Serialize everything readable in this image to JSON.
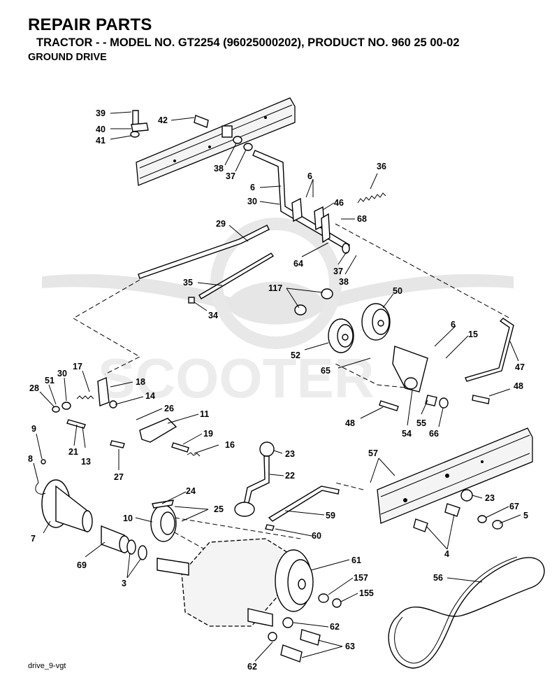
{
  "header": {
    "title": "REPAIR PARTS",
    "subtitle": "TRACTOR - - MODEL NO. GT2254 (96025000202), PRODUCT NO. 960 25 00-02",
    "section": "GROUND DRIVE"
  },
  "footer": {
    "code": "drive_9-vgt"
  },
  "watermark": {
    "text": "SCOOTER"
  },
  "callouts": {
    "c39": "39",
    "c40": "40",
    "c41": "41",
    "c42": "42",
    "c38a": "38",
    "c37a": "37",
    "c36": "36",
    "c6a": "6",
    "c6b": "6",
    "c30a": "30",
    "c46": "46",
    "c68": "68",
    "c29": "29",
    "c64": "64",
    "c37b": "37",
    "c38b": "38",
    "c35": "35",
    "c34": "34",
    "c117": "117",
    "c50": "50",
    "c6c": "6",
    "c15": "15",
    "c47": "47",
    "c52": "52",
    "c65": "65",
    "c48a": "48",
    "c48b": "48",
    "c55": "55",
    "c54": "54",
    "c66": "66",
    "c17": "17",
    "c30b": "30",
    "c51": "51",
    "c28": "28",
    "c18": "18",
    "c14": "14",
    "c26": "26",
    "c11": "11",
    "c21": "21",
    "c13": "13",
    "c19": "19",
    "c16": "16",
    "c27": "27",
    "c9": "9",
    "c8": "8",
    "c23a": "23",
    "c22": "22",
    "c57": "57",
    "c23b": "23",
    "c67": "67",
    "c5": "5",
    "c24": "24",
    "c25": "25",
    "c10": "10",
    "c59": "59",
    "c60": "60",
    "c4": "4",
    "c7": "7",
    "c69": "69",
    "c3": "3",
    "c61": "61",
    "c157": "157",
    "c155": "155",
    "c56": "56",
    "c62a": "62",
    "c63": "63",
    "c62b": "62"
  }
}
